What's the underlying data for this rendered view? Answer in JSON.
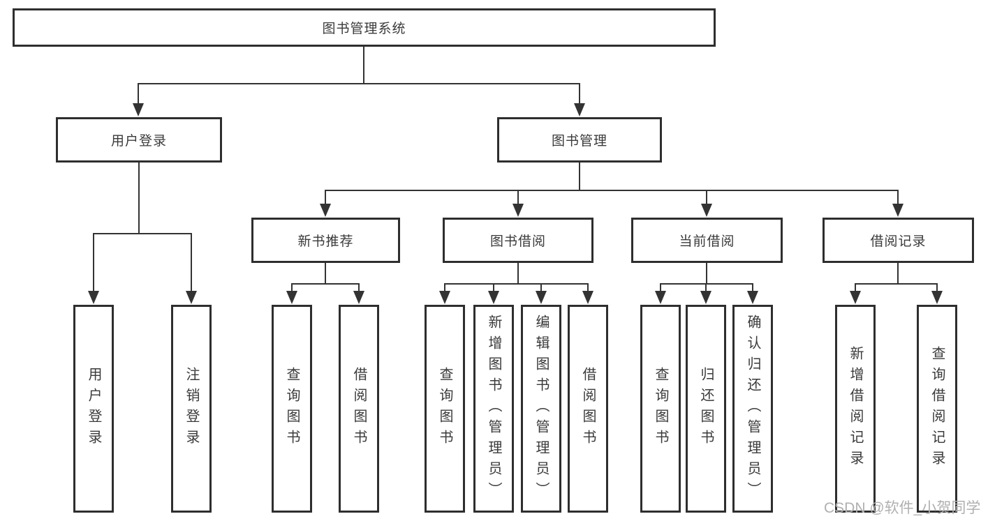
{
  "colors": {
    "background": "#ffffff",
    "box_border": "#2e2e2e",
    "line": "#333333",
    "text": "#3a3a3a",
    "watermark": "#b0b0b0"
  },
  "tree": {
    "root": {
      "label": "图书管理系统"
    },
    "branches": [
      {
        "label": "用户登录",
        "children": [
          {
            "label": "用户登录"
          },
          {
            "label": "注销登录"
          }
        ]
      },
      {
        "label": "图书管理",
        "children": [
          {
            "label": "新书推荐",
            "children": [
              {
                "label": "查询图书"
              },
              {
                "label": "借阅图书"
              }
            ]
          },
          {
            "label": "图书借阅",
            "children": [
              {
                "label": "查询图书"
              },
              {
                "label": "新增图书（管理员）"
              },
              {
                "label": "编辑图书（管理员）"
              },
              {
                "label": "借阅图书"
              }
            ]
          },
          {
            "label": "当前借阅",
            "children": [
              {
                "label": "查询图书"
              },
              {
                "label": "归还图书"
              },
              {
                "label": "确认归还（管理员）"
              }
            ]
          },
          {
            "label": "借阅记录",
            "children": [
              {
                "label": "新增借阅记录"
              },
              {
                "label": "查询借阅记录"
              }
            ]
          }
        ]
      }
    ]
  },
  "watermark": {
    "text": "CSDN @软件_小贺同学"
  }
}
